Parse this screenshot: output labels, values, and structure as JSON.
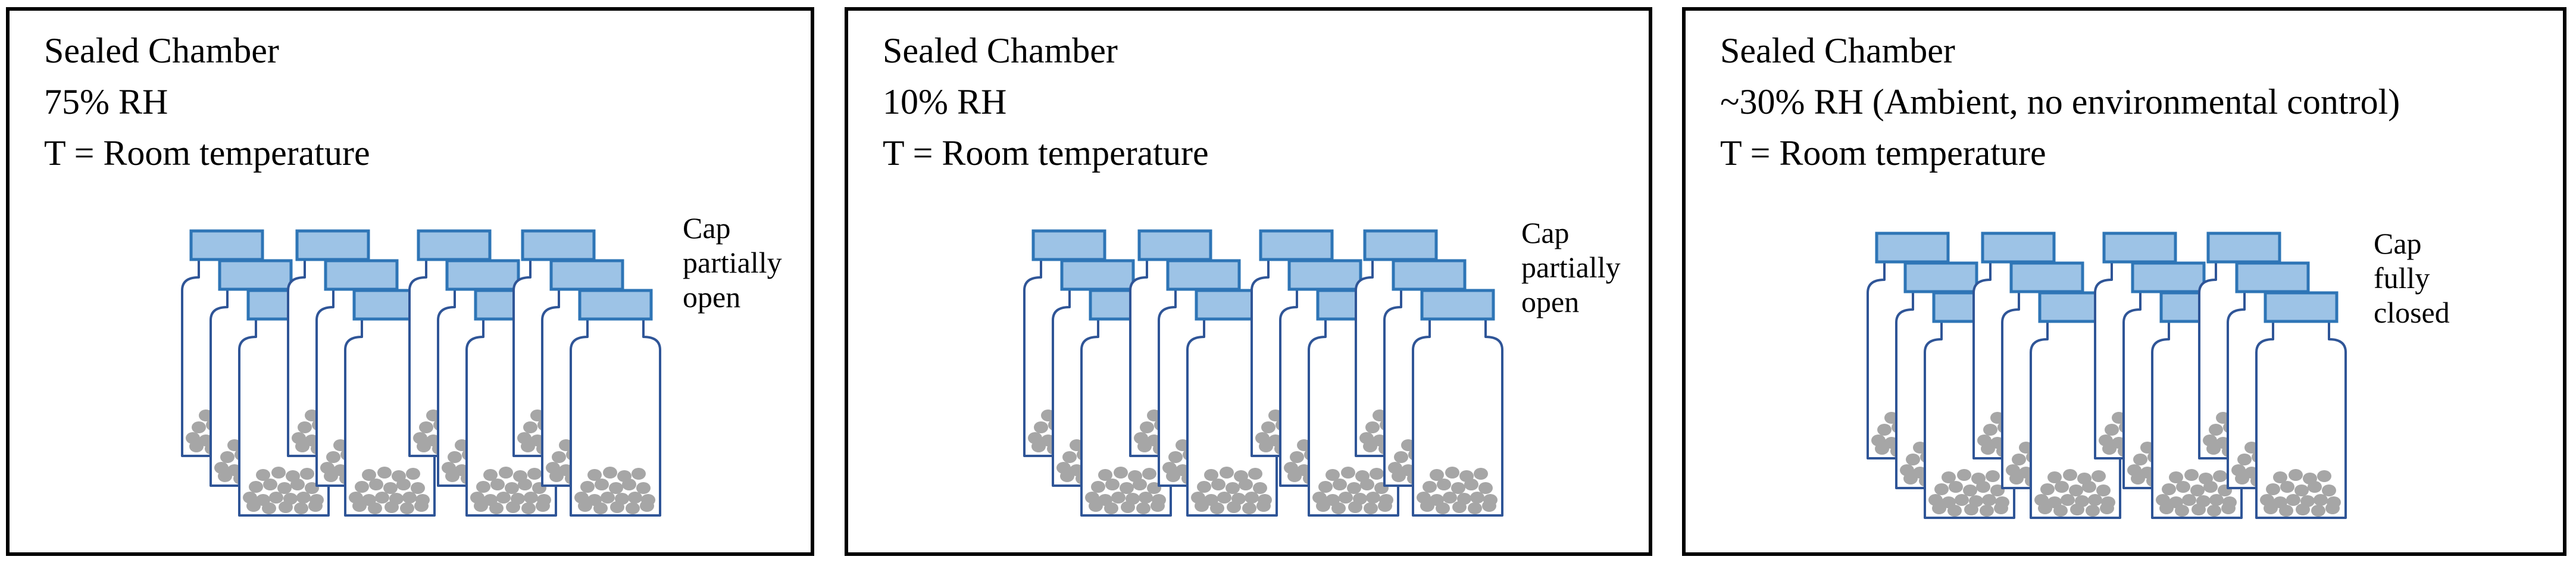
{
  "colors": {
    "cap_fill": "#9DC3E6",
    "cap_stroke": "#2E75B6",
    "bottle_stroke": "#2F5597",
    "granule": "#A6A6A6",
    "frame": "#000000"
  },
  "panels": [
    {
      "line1": "Sealed Chamber",
      "line2": "75% RH",
      "line3": "T = Room temperature",
      "cap_note": [
        "Cap",
        "partially",
        "open"
      ]
    },
    {
      "line1": "Sealed Chamber",
      "line2": "10% RH",
      "line3": "T = Room temperature",
      "cap_note": [
        "Cap",
        "partially",
        "open"
      ]
    },
    {
      "line1": "Sealed Chamber",
      "line2": "~30% RH (Ambient, no environmental control)",
      "line3": "T = Room temperature",
      "cap_note": [
        "Cap",
        "fully",
        "closed"
      ]
    }
  ]
}
